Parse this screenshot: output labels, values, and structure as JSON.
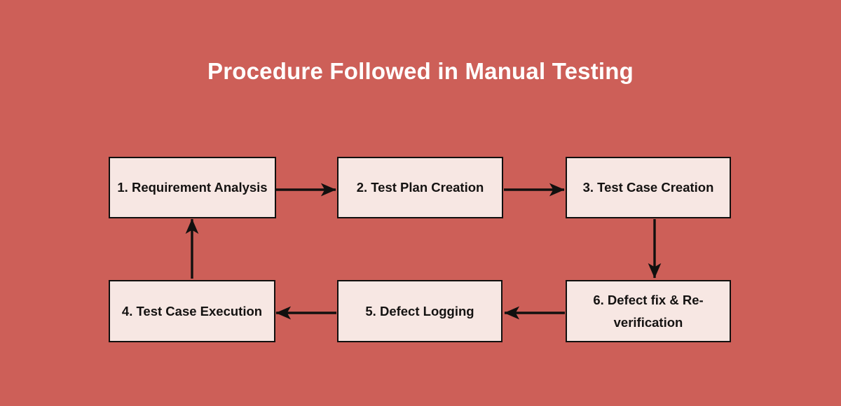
{
  "diagram": {
    "title": "Procedure Followed in Manual Testing",
    "background_color": "#cd5f58",
    "box_fill_color": "#f7e7e3",
    "box_border_color": "#11100f",
    "title_color": "#ffffff",
    "text_color": "#141211",
    "type": "flowchart",
    "steps": [
      {
        "id": 1,
        "label": "1. Requirement Analysis"
      },
      {
        "id": 2,
        "label": "2. Test Plan Creation"
      },
      {
        "id": 3,
        "label": "3. Test Case Creation"
      },
      {
        "id": 4,
        "label": "4. Test Case Execution"
      },
      {
        "id": 5,
        "label": "5. Defect Logging"
      },
      {
        "id": 6,
        "label": "6. Defect fix & Re-verification"
      }
    ],
    "connections": [
      {
        "from": 1,
        "to": 2,
        "direction": "right"
      },
      {
        "from": 2,
        "to": 3,
        "direction": "right"
      },
      {
        "from": 3,
        "to": 6,
        "direction": "down"
      },
      {
        "from": 6,
        "to": 5,
        "direction": "left"
      },
      {
        "from": 5,
        "to": 4,
        "direction": "left"
      },
      {
        "from": 4,
        "to": 1,
        "direction": "up"
      }
    ]
  }
}
